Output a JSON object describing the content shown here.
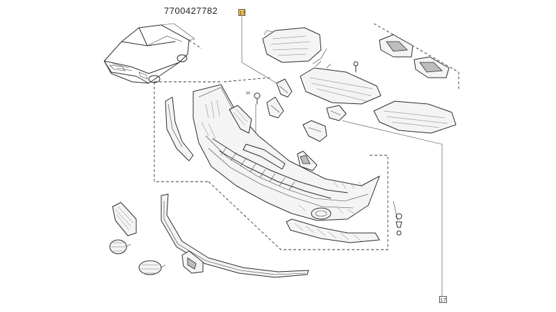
{
  "diagram": {
    "part_number": "7700427782",
    "callouts": [
      {
        "id": "top",
        "label": "17"
      },
      {
        "id": "bottom",
        "label": "17"
      }
    ],
    "colors": {
      "callout_highlight": "#f7c948",
      "line": "#2a2a2a"
    }
  }
}
